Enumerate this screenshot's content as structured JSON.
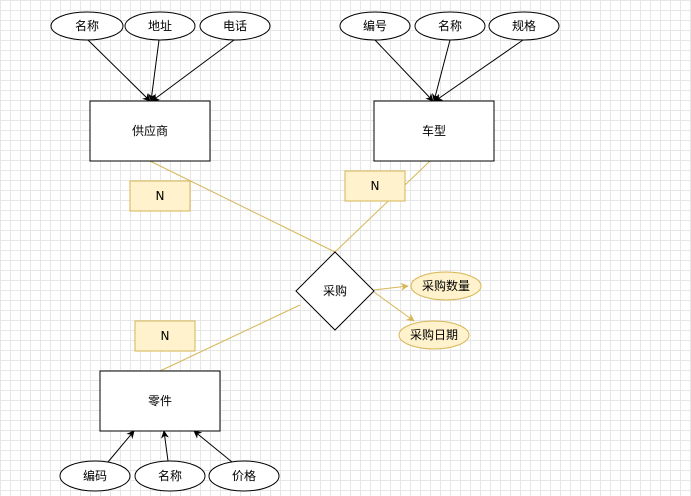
{
  "entities": {
    "supplier": "供应商",
    "car_model": "车型",
    "part": "零件"
  },
  "relationship": "采购",
  "attributes": {
    "supplier": [
      "名称",
      "地址",
      "电话"
    ],
    "car_model": [
      "编号",
      "名称",
      "规格"
    ],
    "part": [
      "编码",
      "名称",
      "价格"
    ],
    "relationship": [
      "采购数量",
      "采购日期"
    ]
  },
  "cardinality": {
    "supplier": "N",
    "car_model": "N",
    "part": "N"
  },
  "colors": {
    "entity_stroke": "#000000",
    "attribute_fill": "#ffffff",
    "relationship_attribute_fill": "#fff2cc",
    "relationship_attribute_stroke": "#d6b656",
    "connector": "#d6b656",
    "label_fill": "#fff2cc",
    "label_stroke": "#d6b656"
  }
}
